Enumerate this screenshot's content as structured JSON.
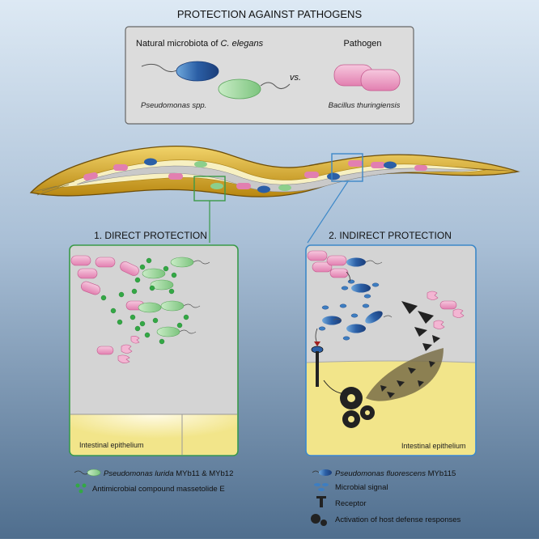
{
  "title": "PROTECTION AGAINST PATHOGENS",
  "comparison": {
    "left_heading_prefix": "Natural microbiota of ",
    "left_heading_italic": "C. elegans",
    "left_caption": "Pseudomonas spp.",
    "versus": "vs.",
    "right_heading": "Pathogen",
    "right_caption": "Bacillus thuringiensis"
  },
  "direct": {
    "heading": "1. DIRECT PROTECTION",
    "epithelium_label": "Intestinal epithelium"
  },
  "indirect": {
    "heading": "2. INDIRECT PROTECTION",
    "epithelium_label": "Intestinal epithelium"
  },
  "legend_left": [
    {
      "italic": "Pseudomonas lurida",
      "text": " MYb11 & MYb12",
      "icon": "green-bacterium-icon"
    },
    {
      "italic": "",
      "text": "Antimicrobial compound massetolide E",
      "icon": "green-dots-icon"
    }
  ],
  "legend_right": [
    {
      "italic": "Pseudomonas fluorescens",
      "text": " MYb115",
      "icon": "blue-bacterium-icon"
    },
    {
      "italic": "",
      "text": "Microbial signal",
      "icon": "blue-signal-icon"
    },
    {
      "italic": "",
      "text": "Receptor",
      "icon": "receptor-icon"
    },
    {
      "italic": "",
      "text": "Activation of host defense responses",
      "icon": "gears-icon"
    }
  ],
  "colors": {
    "pathogen_pink": "#e27fb0",
    "microbiota_green": "#8ccf8c",
    "microbiota_blue": "#2b5fa6",
    "compound_green": "#33a845",
    "direct_frame": "#3a9a48",
    "indirect_frame": "#3d88c8",
    "epithelium_yellow": "#f2e58a",
    "worm_gold": "#c79a1c"
  }
}
